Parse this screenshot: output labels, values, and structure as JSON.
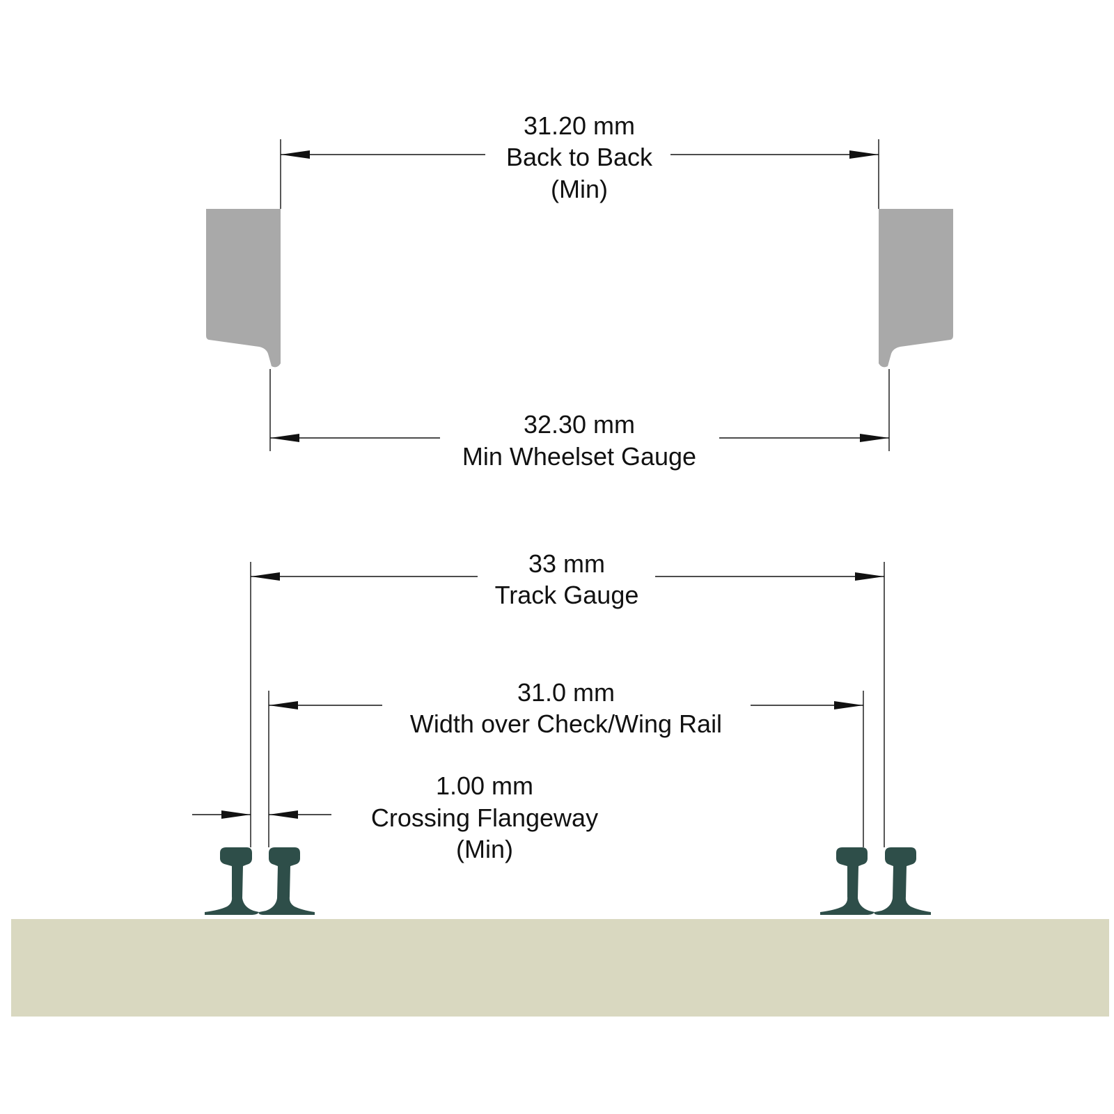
{
  "colors": {
    "wheel_fill": "#a9a9a9",
    "rail_fill": "#2e4e49",
    "ballast_fill": "#d9d8c0",
    "line": "#111111"
  },
  "dimensions": {
    "back_to_back": {
      "value": "31.20 mm",
      "label": "Back to Back",
      "qualifier": "(Min)"
    },
    "wheelset_gauge": {
      "value": "32.30 mm",
      "label": "Min Wheelset Gauge"
    },
    "track_gauge": {
      "value": "33 mm",
      "label": "Track Gauge"
    },
    "check_wing": {
      "value": "31.0 mm",
      "label": "Width over Check/Wing Rail"
    },
    "flangeway": {
      "value": "1.00 mm",
      "label": "Crossing Flangeway",
      "qualifier": "(Min)"
    }
  }
}
